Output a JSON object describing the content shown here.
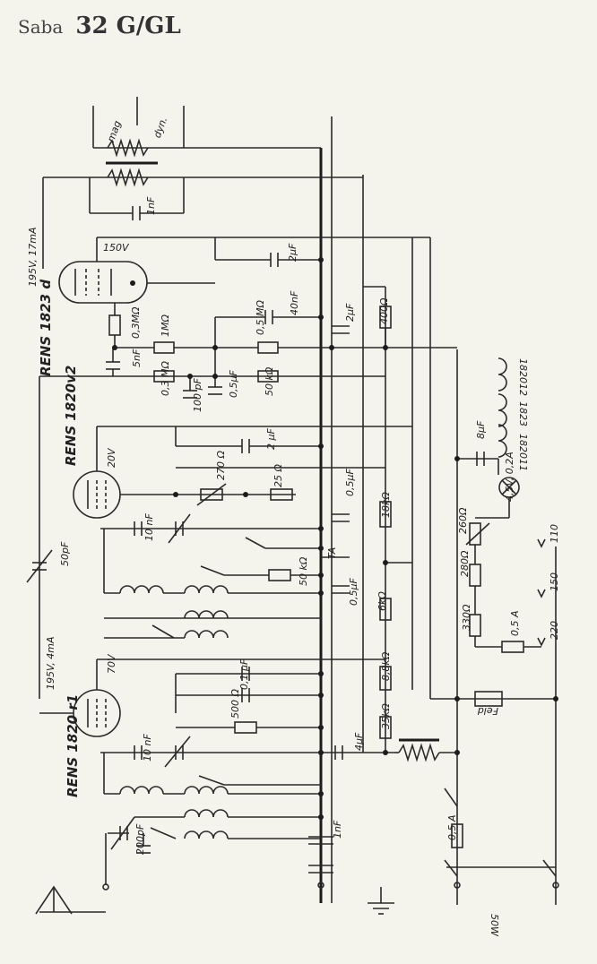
{
  "header": {
    "brand": "Saba",
    "model": "32 G/GL"
  },
  "tubes": {
    "rens1823d": {
      "name": "RENS 1823 d",
      "rating": "195V, 17mA",
      "anode": "150V"
    },
    "rens1820v2": {
      "name": "RENS 1820v2",
      "anode": "20V"
    },
    "rens1820r1": {
      "name": "RENS 1820 r1",
      "rating": "195V, 4mA",
      "anode": "70V"
    }
  },
  "pickup": {
    "mag": "mag",
    "dyn": "dyn."
  },
  "labels": {
    "c_1nf_top": "1nF",
    "c_2uf_top": "2µF",
    "c_40nf": "40nF",
    "c_2uf_mid": "2µF",
    "r_400": "400Ω",
    "r_03m": "0,3MΩ",
    "r_1m": "1MΩ",
    "r_05m": "0,5 MΩ",
    "c_5nf": "5nF",
    "r_03m_b": "0,3 MΩ",
    "c_100pf": "100 pF",
    "c_05uf": "0,5µF",
    "r_50k": "50 kΩ",
    "c_2uf_b": "2 µF",
    "r_270": "270 Ω",
    "r_25": "25 Ω",
    "c_05uf_b": "0,5µF",
    "c_10nf": "10 nF",
    "c_50pf": "50pF",
    "ta": "TA",
    "r_18k": "18kΩ",
    "r_50k_b": "50 kΩ",
    "c_05uf_c": "0,5µF",
    "r_6k": "6kΩ",
    "c_01uf": "0,1 µF",
    "r_500": "500 Ω",
    "r_88k": "8,8kΩ",
    "r_35k": "35kΩ",
    "c_10nf_b": "10 nF",
    "c_4uf": "4µF",
    "c_1nf_b": "1nF",
    "c_200pf": "200pF",
    "coil_a": "182012",
    "coil_b": "1823",
    "coil_c": "182011",
    "c_8uf": "8µF",
    "lamp": "4,5V, 0,2A",
    "r_260": "260Ω",
    "r_280": "280Ω",
    "r_330": "330Ω",
    "fuse1": "0,5 A",
    "v110": "110",
    "v150": "150",
    "v220": "220",
    "feld": "Feld",
    "fuse2": "0,5 A",
    "sw": "50W"
  }
}
